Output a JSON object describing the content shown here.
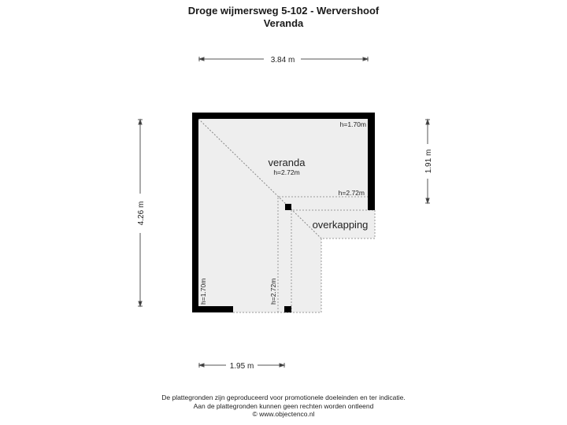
{
  "header": {
    "address": "Droge wijmersweg 5-102 - Wervershoof",
    "floor": "Veranda"
  },
  "dimensions": {
    "top_width": "3.84 m",
    "left_height": "4.26 m",
    "right_height": "1.91 m",
    "bottom_width": "1.95 m"
  },
  "rooms": {
    "veranda": {
      "name": "veranda",
      "height": "h=2.72m"
    },
    "overkapping": {
      "name": "overkapping"
    }
  },
  "height_labels": {
    "top_right": "h=1.70m",
    "mid_right": "h=2.72m",
    "bottom_left": "h=1.70m",
    "bottom_mid": "h=2.72m"
  },
  "colors": {
    "wall": "#000000",
    "floor_fill": "#eeeeee",
    "dashed": "#999999",
    "dim_line": "#555555"
  },
  "footer": {
    "line1": "De plattegronden zijn geproduceerd voor promotionele doeleinden en ter indicatie.",
    "line2": "Aan de plattegronden kunnen geen rechten worden ontleend",
    "line3": "© www.objectenco.nl"
  }
}
